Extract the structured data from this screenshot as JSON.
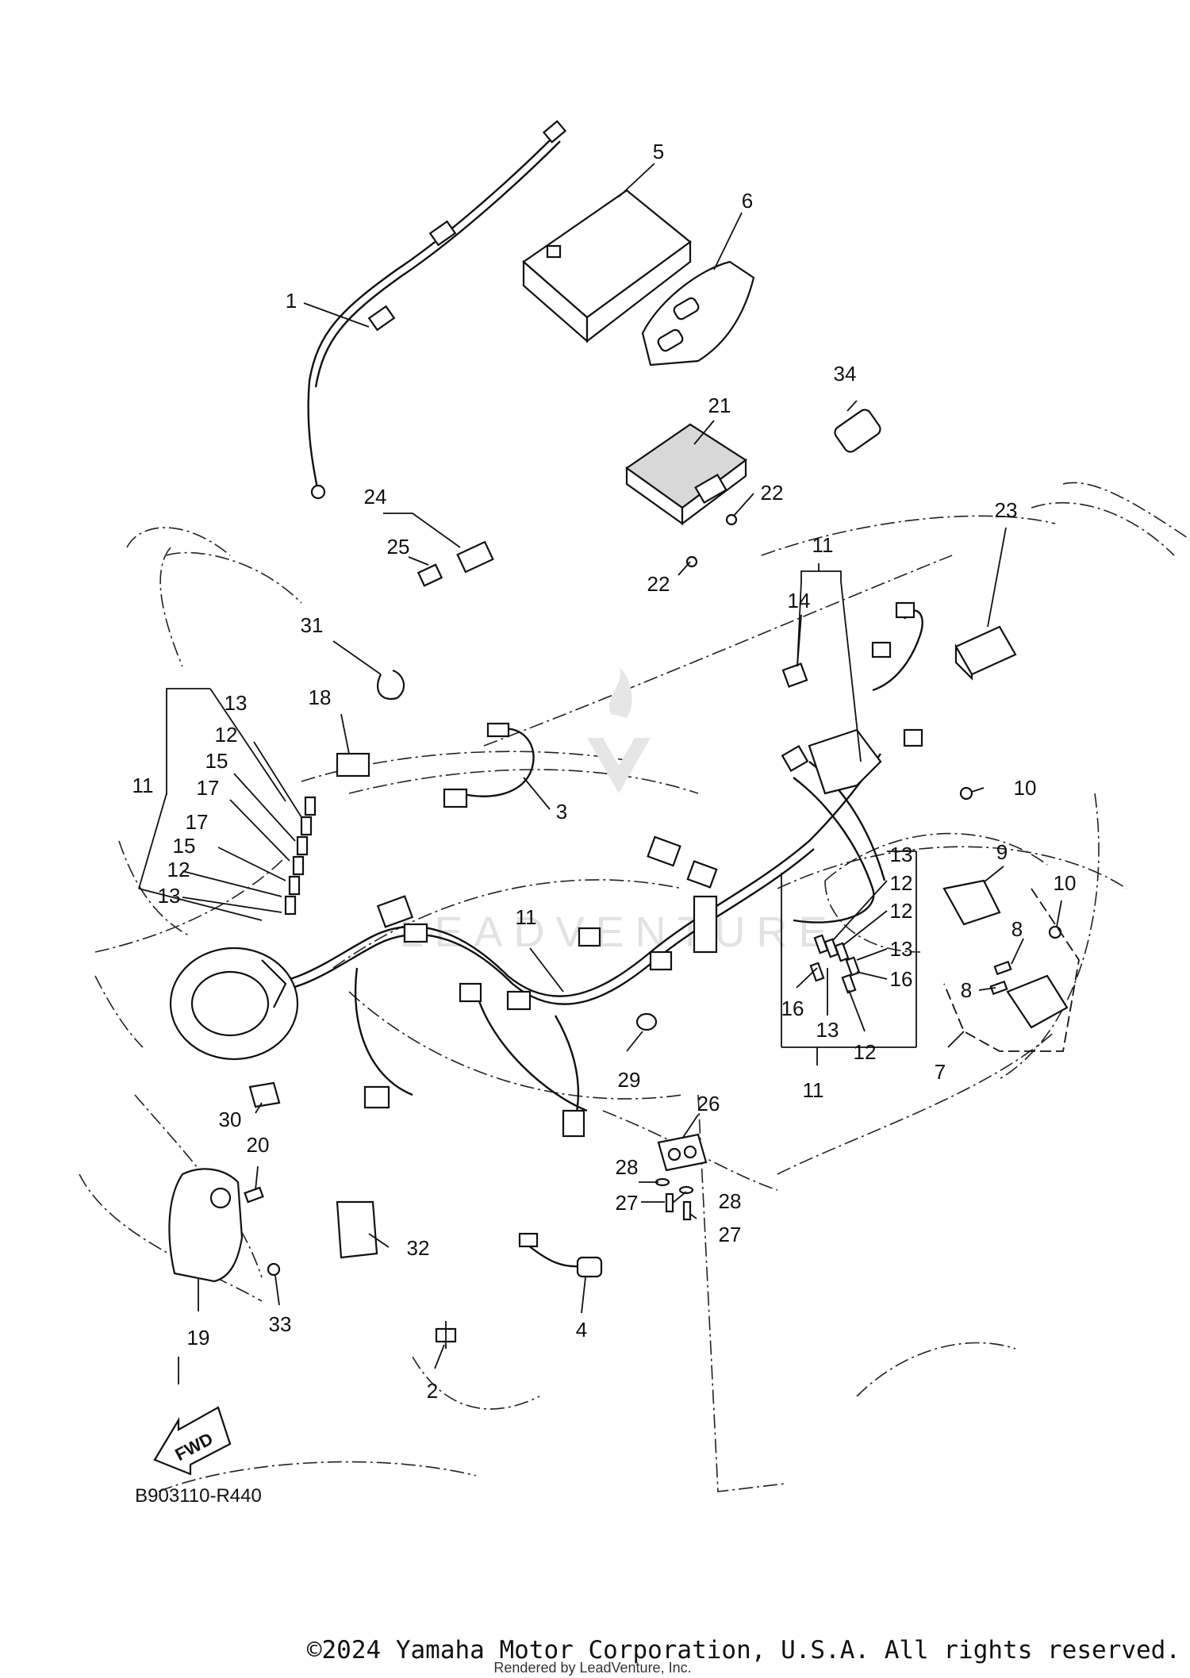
{
  "callouts": {
    "c1": "1",
    "c2": "2",
    "c3": "3",
    "c4": "4",
    "c5": "5",
    "c6": "6",
    "c7": "7",
    "c8a": "8",
    "c8b": "8",
    "c9": "9",
    "c10a": "10",
    "c10b": "10",
    "c11a": "11",
    "c11b": "11",
    "c11c": "11",
    "c11d": "11",
    "c12a": "12",
    "c12b": "12",
    "c12c": "12",
    "c12d": "12",
    "c12e": "12",
    "c13a": "13",
    "c13b": "13",
    "c13c": "13",
    "c13d": "13",
    "c13e": "13",
    "c14": "14",
    "c15a": "15",
    "c15b": "15",
    "c16a": "16",
    "c16b": "16",
    "c17a": "17",
    "c17b": "17",
    "c18": "18",
    "c19": "19",
    "c20": "20",
    "c21": "21",
    "c22a": "22",
    "c22b": "22",
    "c23": "23",
    "c24": "24",
    "c25": "25",
    "c26": "26",
    "c27a": "27",
    "c27b": "27",
    "c28a": "28",
    "c28b": "28",
    "c29": "29",
    "c30": "30",
    "c31": "31",
    "c32": "32",
    "c33": "33",
    "c34": "34"
  },
  "fwd_label": "FWD",
  "diagram_code": "B903110-R440",
  "watermark": "LEADVENTURE",
  "copyright": "©2024 Yamaha Motor Corporation, U.S.A. All rights reserved.",
  "rendered_by": "Rendered by LeadVenture, Inc."
}
